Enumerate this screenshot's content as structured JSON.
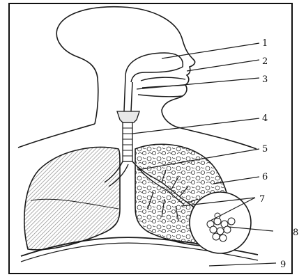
{
  "diagram": {
    "labels": [
      "1",
      "2",
      "3",
      "4",
      "5",
      "6",
      "7",
      "8",
      "9"
    ],
    "colors": {
      "line": "#1a1a1a",
      "hatch": "#9a9a9a",
      "background": "#ffffff"
    }
  }
}
